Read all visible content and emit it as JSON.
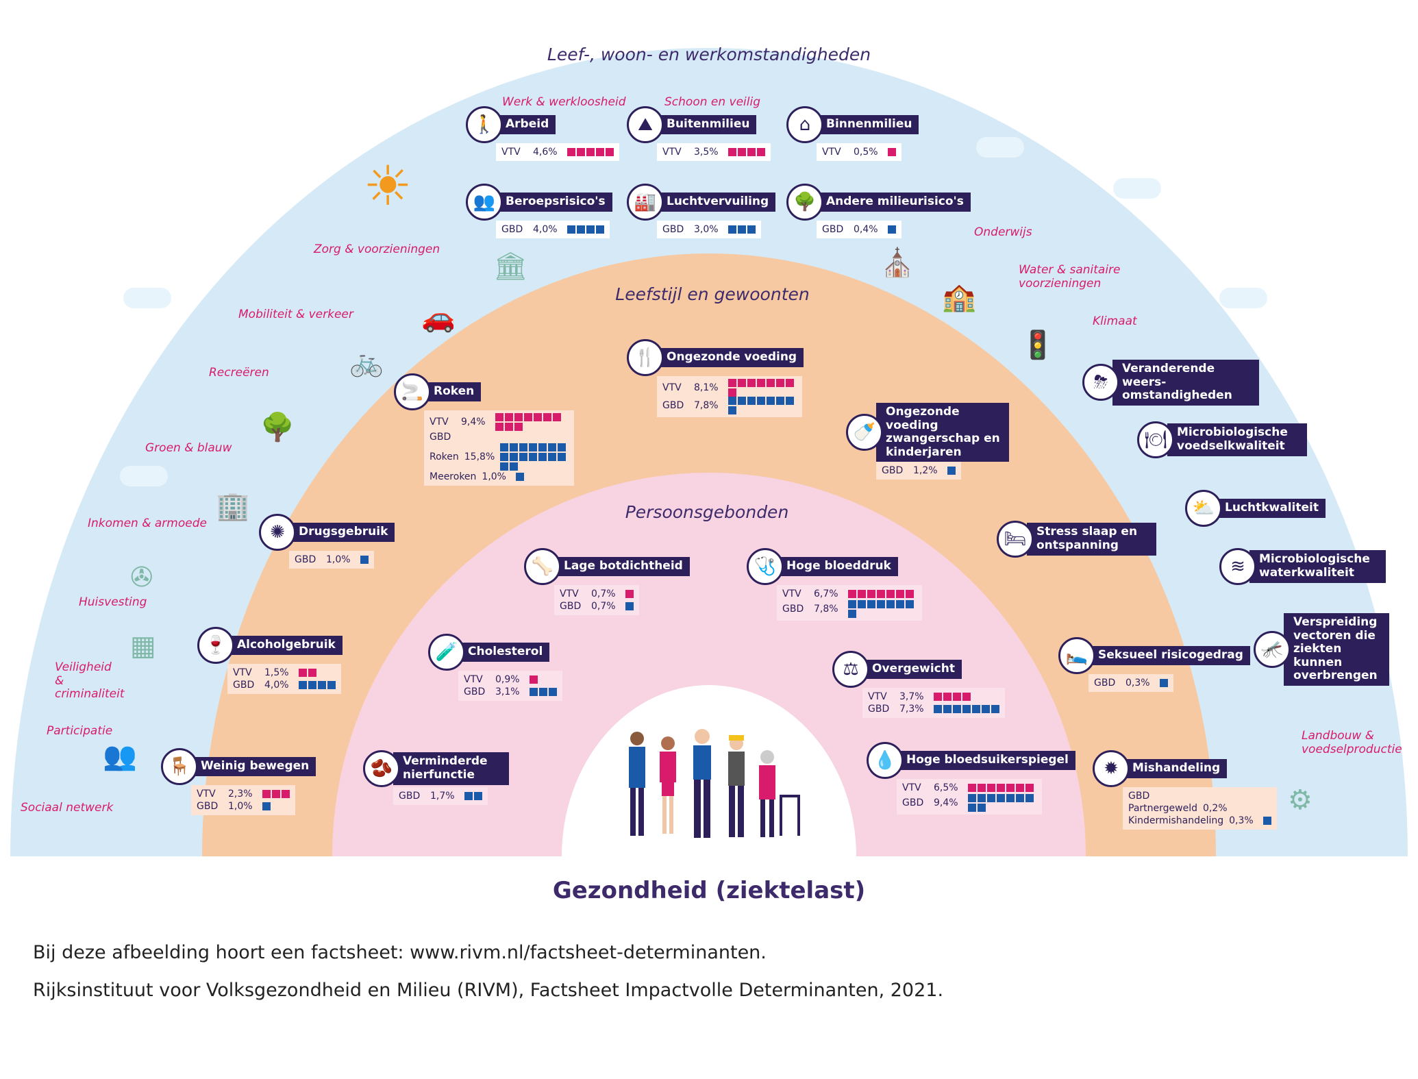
{
  "rings": {
    "outer": {
      "title": "Leef-, woon- en werkomstandigheden",
      "color": "#d5eaf6"
    },
    "middle": {
      "title": "Leefstijl en gewoonten",
      "color": "#f6c9a3"
    },
    "inner": {
      "title": "Persoonsgebonden",
      "color": "#f8d3e2"
    },
    "core": {
      "color": "#ffffff"
    }
  },
  "colors": {
    "vtv": "#d81b6a",
    "gbd": "#1a5aa8",
    "dark": "#2d1f5a",
    "accent_text": "#d81b6a"
  },
  "outer_labels": [
    "Werk & werkloosheid",
    "Schoon en veilig",
    "Zorg & voorzieningen",
    "Onderwijs",
    "Mobiliteit & verkeer",
    "Water & sanitaire voorzieningen",
    "Klimaat",
    "Recreëren",
    "Groen & blauw",
    "Inkomen & armoede",
    "Huisvesting",
    "Veiligheid & criminaliteit",
    "Participatie",
    "Sociaal netwerk",
    "Landbouw & voedselproductie"
  ],
  "determinants": [
    {
      "id": "arbeid",
      "title": "Arbeid",
      "ring": "outer",
      "icon": "walking-person-icon",
      "glyph": "🚶",
      "stats": [
        {
          "label": "VTV",
          "value": "4,6%",
          "type": "vtv",
          "squares": 5
        }
      ]
    },
    {
      "id": "buitenmilieu",
      "title": "Buitenmilieu",
      "ring": "outer",
      "icon": "landscape-icon",
      "glyph": "⛰",
      "stats": [
        {
          "label": "VTV",
          "value": "3,5%",
          "type": "vtv",
          "squares": 4
        }
      ]
    },
    {
      "id": "binnenmilieu",
      "title": "Binnenmilieu",
      "ring": "outer",
      "icon": "house-icon",
      "glyph": "⌂",
      "stats": [
        {
          "label": "VTV",
          "value": "0,5%",
          "type": "vtv",
          "squares": 1
        }
      ]
    },
    {
      "id": "beroepsrisicos",
      "title": "Beroepsrisico's",
      "ring": "outer",
      "icon": "workers-icon",
      "glyph": "👥",
      "stats": [
        {
          "label": "GBD",
          "value": "4,0%",
          "type": "gbd",
          "squares": 4
        }
      ]
    },
    {
      "id": "luchtvervuiling",
      "title": "Luchtvervuiling",
      "ring": "outer",
      "icon": "factory-icon",
      "glyph": "🏭",
      "stats": [
        {
          "label": "GBD",
          "value": "3,0%",
          "type": "gbd",
          "squares": 3
        }
      ]
    },
    {
      "id": "andere-milieurisicos",
      "title": "Andere milieurisico's",
      "ring": "outer",
      "icon": "tree-icon",
      "glyph": "🌳",
      "stats": [
        {
          "label": "GBD",
          "value": "0,4%",
          "type": "gbd",
          "squares": 1
        }
      ]
    },
    {
      "id": "veranderende-weersomstandigheden",
      "title": "Veranderende weers-omstandigheden",
      "ring": "outer",
      "icon": "storm-cloud-icon",
      "glyph": "⛈",
      "stats": []
    },
    {
      "id": "microbiologische-voedselkwaliteit",
      "title": "Microbiologische voedselkwaliteit",
      "ring": "outer",
      "icon": "food-icon",
      "glyph": "🍽",
      "stats": []
    },
    {
      "id": "luchtkwaliteit",
      "title": "Luchtkwaliteit",
      "ring": "outer",
      "icon": "sun-cloud-icon",
      "glyph": "⛅",
      "stats": []
    },
    {
      "id": "microbiologische-waterkwaliteit",
      "title": "Microbiologische waterkwaliteit",
      "ring": "outer",
      "icon": "water-icon",
      "glyph": "≋",
      "stats": []
    },
    {
      "id": "verspreiding-vectoren",
      "title": "Verspreiding vectoren die ziekten kunnen overbrengen",
      "ring": "outer",
      "icon": "mosquito-icon",
      "glyph": "🦟",
      "stats": []
    },
    {
      "id": "roken",
      "title": "Roken",
      "ring": "middle",
      "icon": "cigarette-icon",
      "glyph": "🚬",
      "stats": [
        {
          "label": "VTV",
          "value": "9,4%",
          "type": "vtv",
          "squares": 10
        },
        {
          "label": "GBD",
          "value": "",
          "type": "gbd",
          "squares": 0
        },
        {
          "label": "Roken",
          "value": "15,8%",
          "type": "gbd",
          "squares": 16
        },
        {
          "label": "Meeroken",
          "value": "1,0%",
          "type": "gbd",
          "squares": 1
        }
      ]
    },
    {
      "id": "ongezonde-voeding",
      "title": "Ongezonde voeding",
      "ring": "middle",
      "icon": "food-plate-icon",
      "glyph": "🍴",
      "stats": [
        {
          "label": "VTV",
          "value": "8,1%",
          "type": "vtv",
          "squares": 8
        },
        {
          "label": "GBD",
          "value": "7,8%",
          "type": "gbd",
          "squares": 8
        }
      ]
    },
    {
      "id": "ongezonde-voeding-zwangerschap",
      "title": "Ongezonde voeding zwangerschap en kinderjaren",
      "ring": "middle",
      "icon": "child-food-icon",
      "glyph": "🍼",
      "stats": [
        {
          "label": "GBD",
          "value": "1,2%",
          "type": "gbd",
          "squares": 1
        }
      ]
    },
    {
      "id": "drugsgebruik",
      "title": "Drugsgebruik",
      "ring": "middle",
      "icon": "drugs-leaf-icon",
      "glyph": "✺",
      "stats": [
        {
          "label": "GBD",
          "value": "1,0%",
          "type": "gbd",
          "squares": 1
        }
      ]
    },
    {
      "id": "alcoholgebruik",
      "title": "Alcoholgebruik",
      "ring": "middle",
      "icon": "wine-glass-icon",
      "glyph": "🍷",
      "stats": [
        {
          "label": "VTV",
          "value": "1,5%",
          "type": "vtv",
          "squares": 2
        },
        {
          "label": "GBD",
          "value": "4,0%",
          "type": "gbd",
          "squares": 4
        }
      ]
    },
    {
      "id": "weinig-bewegen",
      "title": "Weinig bewegen",
      "ring": "middle",
      "icon": "sitting-person-icon",
      "glyph": "🪑",
      "stats": [
        {
          "label": "VTV",
          "value": "2,3%",
          "type": "vtv",
          "squares": 3
        },
        {
          "label": "GBD",
          "value": "1,0%",
          "type": "gbd",
          "squares": 1
        }
      ]
    },
    {
      "id": "stress-slaap",
      "title": "Stress slaap en ontspanning",
      "ring": "middle",
      "icon": "bed-icon",
      "glyph": "🛏",
      "stats": []
    },
    {
      "id": "seksueel-risicogedrag",
      "title": "Seksueel risicogedrag",
      "ring": "middle",
      "icon": "bed-couple-icon",
      "glyph": "🛌",
      "stats": [
        {
          "label": "GBD",
          "value": "0,3%",
          "type": "gbd",
          "squares": 1
        }
      ]
    },
    {
      "id": "mishandeling",
      "title": "Mishandeling",
      "ring": "middle",
      "icon": "abuse-icon",
      "glyph": "✹",
      "stats": [
        {
          "label": "GBD",
          "value": "",
          "type": "gbd",
          "squares": 0
        },
        {
          "label": "Partnergeweld",
          "value": "0,2%",
          "type": "gbd",
          "squares": 0
        },
        {
          "label": "Kindermishandeling",
          "value": "0,3%",
          "type": "gbd",
          "squares": 1
        }
      ]
    },
    {
      "id": "lage-botdichtheid",
      "title": "Lage botdichtheid",
      "ring": "inner",
      "icon": "bone-icon",
      "glyph": "🦴",
      "stats": [
        {
          "label": "VTV",
          "value": "0,7%",
          "type": "vtv",
          "squares": 1
        },
        {
          "label": "GBD",
          "value": "0,7%",
          "type": "gbd",
          "squares": 1
        }
      ]
    },
    {
      "id": "hoge-bloeddruk",
      "title": "Hoge bloeddruk",
      "ring": "inner",
      "icon": "blood-pressure-icon",
      "glyph": "🩺",
      "stats": [
        {
          "label": "VTV",
          "value": "6,7%",
          "type": "vtv",
          "squares": 7
        },
        {
          "label": "GBD",
          "value": "7,8%",
          "type": "gbd",
          "squares": 8
        }
      ]
    },
    {
      "id": "cholesterol",
      "title": "Cholesterol",
      "ring": "inner",
      "icon": "artery-icon",
      "glyph": "🧪",
      "stats": [
        {
          "label": "VTV",
          "value": "0,9%",
          "type": "vtv",
          "squares": 1
        },
        {
          "label": "GBD",
          "value": "3,1%",
          "type": "gbd",
          "squares": 3
        }
      ]
    },
    {
      "id": "overgewicht",
      "title": "Overgewicht",
      "ring": "inner",
      "icon": "scale-icon",
      "glyph": "⚖",
      "stats": [
        {
          "label": "VTV",
          "value": "3,7%",
          "type": "vtv",
          "squares": 4
        },
        {
          "label": "GBD",
          "value": "7,3%",
          "type": "gbd",
          "squares": 7
        }
      ]
    },
    {
      "id": "verminderde-nierfunctie",
      "title": "Verminderde nierfunctie",
      "ring": "inner",
      "icon": "kidney-icon",
      "glyph": "🫘",
      "stats": [
        {
          "label": "GBD",
          "value": "1,7%",
          "type": "gbd",
          "squares": 2
        }
      ]
    },
    {
      "id": "hoge-bloedsuikerspiegel",
      "title": "Hoge bloedsuikerspiegel",
      "ring": "inner",
      "icon": "glucose-drop-icon",
      "glyph": "💧",
      "stats": [
        {
          "label": "VTV",
          "value": "6,5%",
          "type": "vtv",
          "squares": 7
        },
        {
          "label": "GBD",
          "value": "9,4%",
          "type": "gbd",
          "squares": 9
        }
      ]
    }
  ],
  "center": {
    "title": "Gezondheid (ziektelast)",
    "illustration": "group-of-people"
  },
  "caption": {
    "line1": "Bij deze afbeelding hoort een factsheet: www.rivm.nl/factsheet-determinanten.",
    "line2": "Rijksinstituut voor Volksgezondheid en Milieu (RIVM), Factsheet Impactvolle Determinanten, 2021."
  }
}
